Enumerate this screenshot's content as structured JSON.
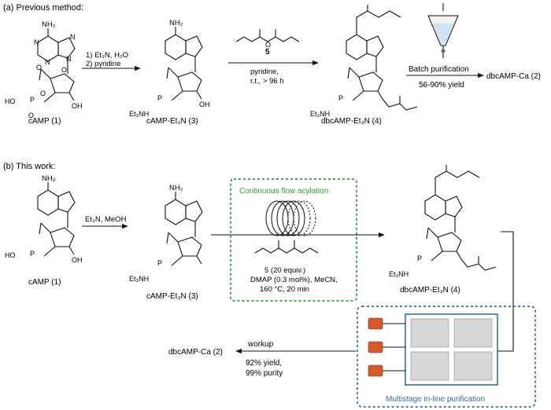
{
  "previous": {
    "heading": "(a) Previous method:",
    "step1_line1": "1) Et₃N, H₂O",
    "step1_line2": "2) pyridine",
    "reagent_num": "5",
    "step2_line1": "pyridine,",
    "step2_line2": "r.t., > 96 h",
    "purif_label": "Batch purification",
    "purif_yield": "56-90% yield",
    "product": "dbcAMP-Ca (2)",
    "lab_camp": "cAMP (1)",
    "lab_salt": "cAMP-Et₃N (3)",
    "lab_dbc": "dbcAMP-Et₃N (4)"
  },
  "thiswork": {
    "heading": "(b) This work:",
    "step1": "Et₃N, MeOH",
    "flow_title": "Continuous flow acylation",
    "cond1": "5 (20 equiv.)",
    "cond2": "DMAP (0.3 mol%), MeCN,",
    "cond3": "160 °C, 20 min",
    "workup": "workup",
    "yield": "92% yield,",
    "purity": "99% purity",
    "product": "dbcAMP-Ca (2)",
    "purif_title": "Multistage in-line purification",
    "lab_camp": "cAMP (1)",
    "lab_salt": "cAMP-Et₃N (3)",
    "lab_dbc": "dbcAMP-Et₃N (4)"
  },
  "atoms": {
    "nh2": "NH₂",
    "n": "N",
    "o": "O",
    "p": "P",
    "oh": "OH",
    "ho": "HO",
    "nh": "NH",
    "et3nh": "Et₃NH",
    "minus": "−",
    "plus": "+"
  },
  "colors": {
    "flow_box": "#2e9e3e",
    "flow_text": "#2e9e3e",
    "purif_box": "#2f6fb8",
    "purif_text": "#2f6fb8",
    "pump": "#d45a2a"
  }
}
